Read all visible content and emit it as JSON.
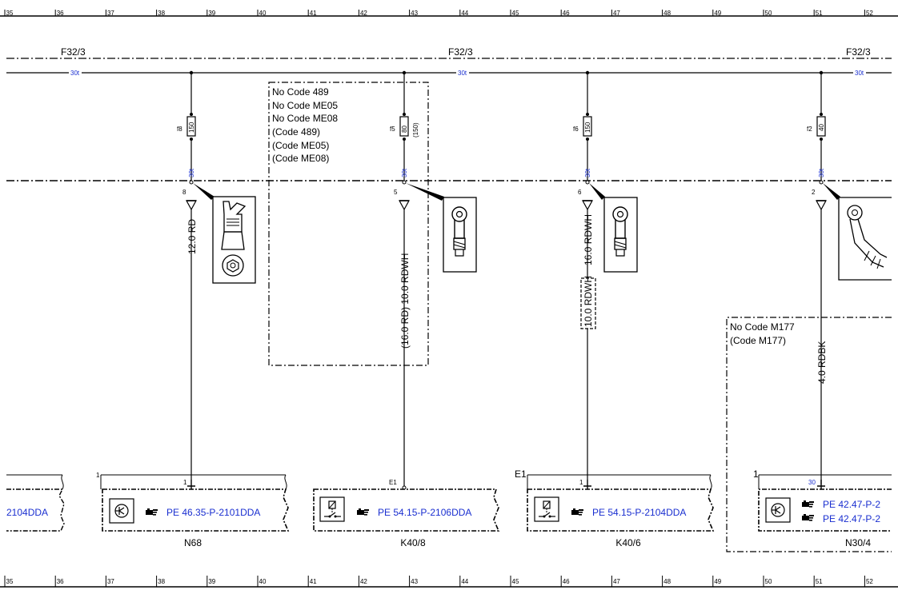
{
  "ruler": {
    "columns": [
      "35",
      "36",
      "37",
      "38",
      "39",
      "40",
      "41",
      "42",
      "43",
      "44",
      "45",
      "46",
      "47",
      "48",
      "49",
      "50",
      "51",
      "52"
    ]
  },
  "rails": {
    "fuse_box_label": "F32/3",
    "terminal_label": "30t"
  },
  "fuses": [
    {
      "name": "f8",
      "rating": "150"
    },
    {
      "name": "f5",
      "rating": "80",
      "alt_rating": "(150)"
    },
    {
      "name": "f6",
      "rating": "150"
    },
    {
      "name": "f2",
      "rating": "40"
    }
  ],
  "pins": [
    "8",
    "5",
    "6",
    "2"
  ],
  "wires": [
    {
      "label": "12.0 RD"
    },
    {
      "label": "(16.0 RD) 10.0 RDWH"
    },
    {
      "label": "16.0 RDWH",
      "alt_label": "10.0 RDWH"
    },
    {
      "label": "4.0 RDBK"
    }
  ],
  "code_boxes": [
    {
      "lines": [
        "No  Code 489",
        "No  Code ME05",
        "No  Code ME08",
        "(Code 489)",
        "(Code ME05)",
        "(Code ME08)"
      ]
    },
    {
      "lines": [
        "No Code M177",
        "(Code M177)"
      ]
    }
  ],
  "components": [
    {
      "name": "",
      "ref": "2104DDA",
      "connector": "",
      "pin": ""
    },
    {
      "name": "N68",
      "ref": "PE 46.35-P-2101DDA",
      "connector": "1",
      "pin": "1"
    },
    {
      "name": "K40/8",
      "ref": "PE 54.15-P-2106DDA",
      "connector": "",
      "pin": "E1"
    },
    {
      "name": "K40/6",
      "ref": "PE 54.15-P-2104DDA",
      "connector": "E1",
      "pin": "1"
    },
    {
      "name": "N30/4",
      "ref": "PE 42.47-P-2",
      "ref2": "PE 42.47-P-2",
      "connector": "1",
      "pin": "30"
    }
  ],
  "colors": {
    "line": "#000000",
    "link": "#1a2fd0"
  },
  "icons": [
    "fuse-icon",
    "ring-terminal-icon",
    "hand-pointer-icon",
    "control-unit-icon",
    "relay-icon",
    "ground-arrow-icon"
  ]
}
